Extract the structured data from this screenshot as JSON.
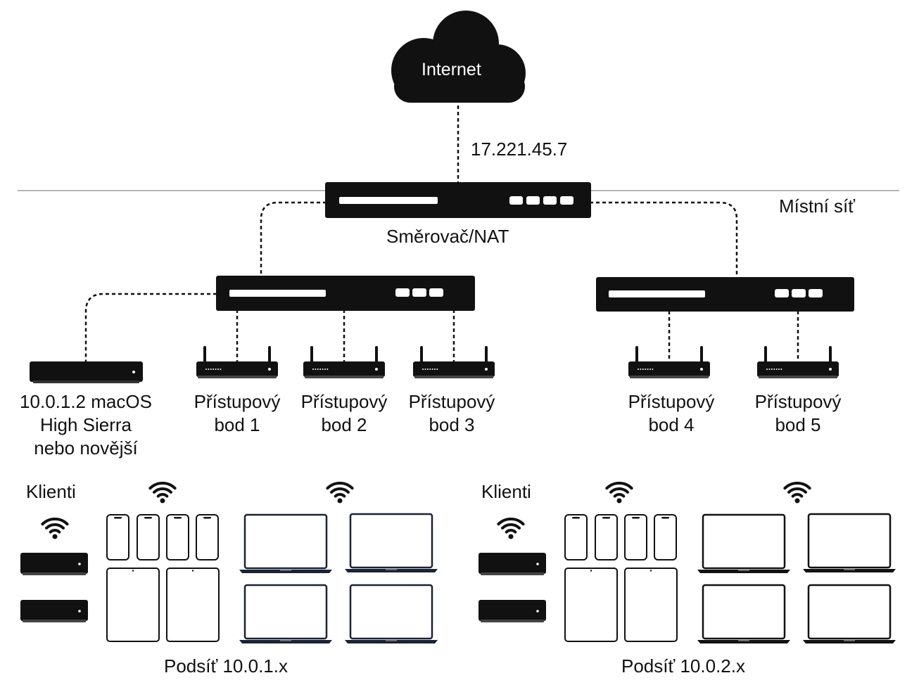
{
  "internet_label": "Internet",
  "wan_ip": "17.221.45.7",
  "local_network_label": "Místní síť",
  "router_label": "Směrovač/NAT",
  "server": {
    "line1": "10.0.1.2 macOS",
    "line2": "High Sierra",
    "line3": "nebo novější"
  },
  "access_points": [
    {
      "line1": "Přístupový",
      "line2": "bod 1"
    },
    {
      "line1": "Přístupový",
      "line2": "bod 2"
    },
    {
      "line1": "Přístupový",
      "line2": "bod 3"
    },
    {
      "line1": "Přístupový",
      "line2": "bod 4"
    },
    {
      "line1": "Přístupový",
      "line2": "bod 5"
    }
  ],
  "clients_label": "Klienti",
  "subnets": [
    "Podsíť 10.0.1.x",
    "Podsíť 10.0.2.x"
  ],
  "icons": [
    "cloud-icon",
    "router-icon",
    "switch-icon",
    "mac-mini-icon",
    "access-point-icon",
    "wifi-icon",
    "apple-tv-icon",
    "iphone-icon",
    "ipad-icon",
    "laptop-icon"
  ],
  "colors": {
    "device": "#111111",
    "line": "#111111",
    "divider": "#b5b5b5",
    "laptop_left": "#1a2233",
    "laptop_right": "#111111"
  }
}
